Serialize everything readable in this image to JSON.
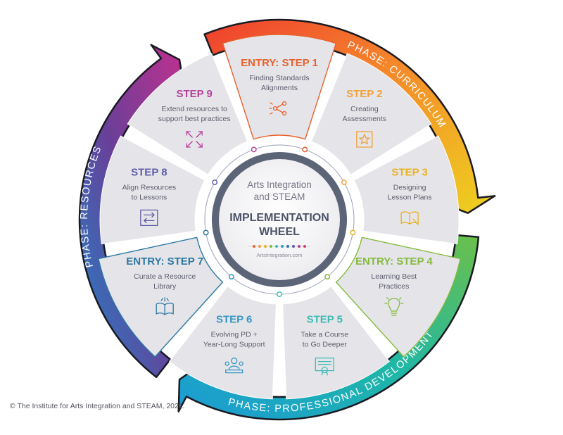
{
  "diagram": {
    "phases": [
      {
        "id": "curriculum",
        "label": "PHASE: CURRICULUM"
      },
      {
        "id": "professional-development",
        "label": "PHASE: PROFESSIONAL DEVELOPMENT"
      },
      {
        "id": "resources",
        "label": "PHASE: RESOURCES"
      }
    ],
    "steps": [
      {
        "title": "ENTRY: STEP 1",
        "desc": [
          "Finding Standards",
          "Alignments"
        ],
        "color": "#e8612c",
        "icon": "share-icon",
        "entry": true
      },
      {
        "title": "STEP 2",
        "desc": [
          "Creating",
          "Assessments"
        ],
        "color": "#f0a035",
        "icon": "star-frame-icon",
        "entry": false
      },
      {
        "title": "STEP 3",
        "desc": [
          "Designing",
          "Lesson Plans"
        ],
        "color": "#e9b021",
        "icon": "open-book-icon",
        "entry": false
      },
      {
        "title": "ENTRY: STEP 4",
        "desc": [
          "Learning Best",
          "Practices"
        ],
        "color": "#86b93f",
        "icon": "lightbulb-icon",
        "entry": true
      },
      {
        "title": "STEP 5",
        "desc": [
          "Take a Course",
          "to Go Deeper"
        ],
        "color": "#3fb9b4",
        "icon": "certificate-icon",
        "entry": false
      },
      {
        "title": "STEP 6",
        "desc": [
          "Evolving PD +",
          "Year-Long Support"
        ],
        "color": "#3596c4",
        "icon": "people-icon",
        "entry": false
      },
      {
        "title": "ENTRY: STEP 7",
        "desc": [
          "Curate a Resource",
          "Library"
        ],
        "color": "#2c77a3",
        "icon": "library-book-icon",
        "entry": true
      },
      {
        "title": "STEP 8",
        "desc": [
          "Align Resources",
          "to Lessons"
        ],
        "color": "#5e5aa6",
        "icon": "swap-arrows-icon",
        "entry": false
      },
      {
        "title": "STEP 9",
        "desc": [
          "Extend resources to",
          "support best practices"
        ],
        "color": "#b73f9a",
        "icon": "expand-arrows-icon",
        "entry": false
      }
    ],
    "center": {
      "line1": "Arts Integration",
      "line2": "and STEAM",
      "line3": "IMPLEMENTATION",
      "line4": "WHEEL",
      "url": "ArtsIntegration.com",
      "dot_colors": [
        "#e8612c",
        "#f0a035",
        "#e9b021",
        "#86b93f",
        "#3fb9b4",
        "#3596c4",
        "#2c77a3",
        "#5e5aa6",
        "#b73f9a",
        "#d23c79"
      ]
    }
  },
  "footer": {
    "copyright": "© The Institute for Arts Integration and STEAM, 2021."
  }
}
